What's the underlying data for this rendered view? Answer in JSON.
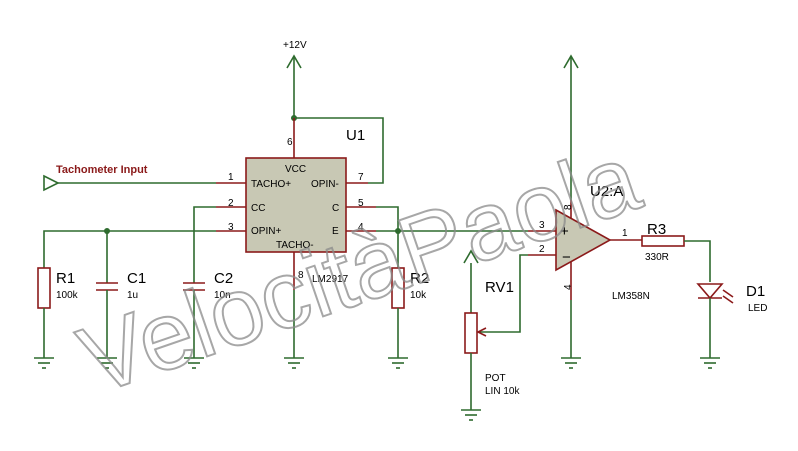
{
  "supply": {
    "label": "+12V"
  },
  "input": {
    "label": "Tachometer Input"
  },
  "u1": {
    "ref": "U1",
    "part": "LM2917",
    "pins": {
      "vcc": "VCC",
      "tacho_plus": "TACHO+",
      "cc": "CC",
      "opin_plus": "OPIN+",
      "opin_minus": "OPIN-",
      "c": "C",
      "e": "E",
      "tacho_minus": "TACHO-"
    },
    "pin_numbers": {
      "p1": "1",
      "p2": "2",
      "p3": "3",
      "p4": "4",
      "p5": "5",
      "p6": "6",
      "p7": "7",
      "p8": "8"
    }
  },
  "r1": {
    "ref": "R1",
    "value": "100k"
  },
  "c1": {
    "ref": "C1",
    "value": "1u"
  },
  "c2": {
    "ref": "C2",
    "value": "10n"
  },
  "r2": {
    "ref": "R2",
    "value": "10k"
  },
  "u2": {
    "ref": "U2:A",
    "part": "LM358N",
    "plus": "+",
    "minus": "−",
    "pin_numbers": {
      "p1": "1",
      "p2": "2",
      "p3": "3",
      "p4": "4",
      "p8": "8"
    }
  },
  "rv1": {
    "ref": "RV1",
    "type": "POT",
    "value": "LIN 10k"
  },
  "r3": {
    "ref": "R3",
    "value": "330R"
  },
  "d1": {
    "ref": "D1",
    "value": "LED"
  },
  "watermark": {
    "text": "VelocitàPaola"
  },
  "colors": {
    "wire": "#2e6b2e",
    "component": "#8b1a1a",
    "chip_fill": "#c8c8b4"
  }
}
